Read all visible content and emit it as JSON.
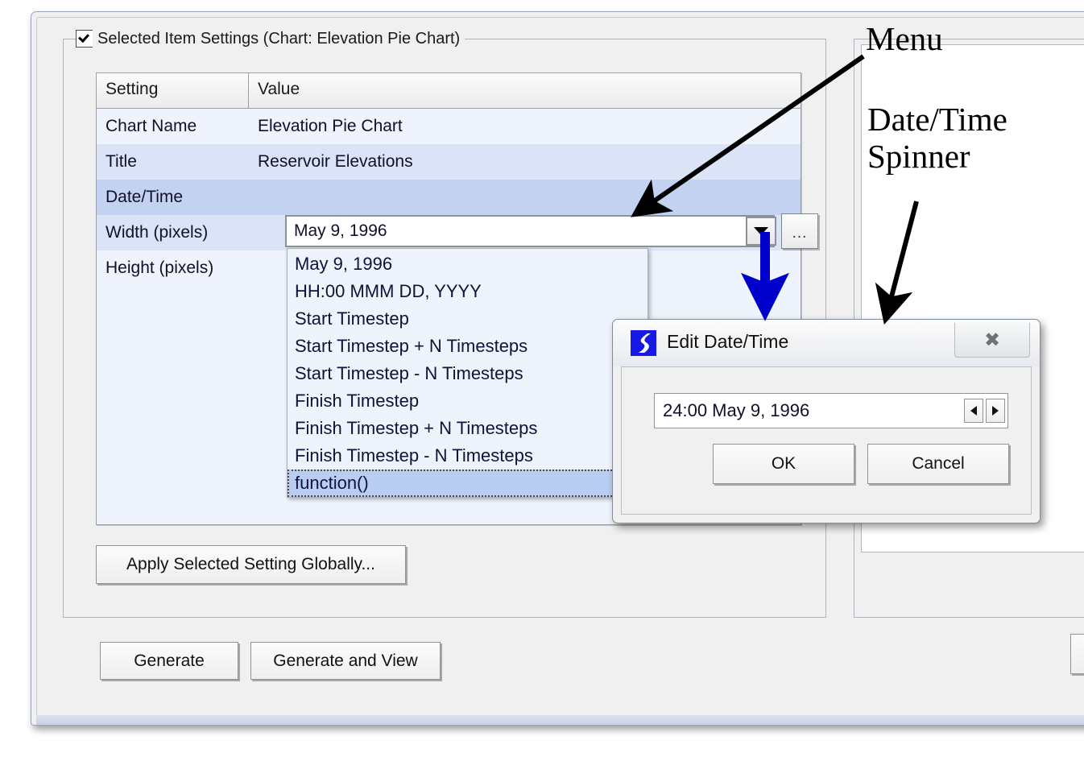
{
  "window": {
    "group_title": "Selected Item Settings (Chart: Elevation Pie Chart)"
  },
  "table": {
    "headers": [
      "Setting",
      "Value"
    ],
    "rows": [
      {
        "setting": "Chart Name",
        "value": "Elevation Pie Chart"
      },
      {
        "setting": "Title",
        "value": "Reservoir Elevations"
      },
      {
        "setting": "Date/Time",
        "value": "May 9, 1996"
      },
      {
        "setting": "Width (pixels)",
        "value": ""
      },
      {
        "setting": "Height (pixels)",
        "value": ""
      }
    ]
  },
  "combo": {
    "value": "May 9, 1996",
    "ellipsis_label": "...",
    "options": [
      "May 9, 1996",
      "HH:00 MMM DD, YYYY",
      "Start Timestep",
      "Start Timestep + N Timesteps",
      "Start Timestep - N Timesteps",
      "Finish Timestep",
      "Finish Timestep + N Timesteps",
      "Finish Timestep - N Timesteps",
      "function()"
    ],
    "selected_option": "function()"
  },
  "buttons": {
    "apply_global": "Apply Selected Setting Globally...",
    "generate": "Generate",
    "generate_and_view": "Generate and View"
  },
  "dialog": {
    "title": "Edit Date/Time",
    "close_glyph": "✖",
    "spinner_value": "24:00 May 9, 1996",
    "ok": "OK",
    "cancel": "Cancel"
  },
  "annotations": {
    "menu": "Menu",
    "spinner": "Date/Time\nSpinner"
  },
  "colors": {
    "row_selected": "#c3d2f0",
    "row_alt": "#dbe4f7",
    "row_base": "#eef3fc",
    "highlight": "#b9cdf2",
    "callout_arrow": "#0000cc",
    "dialog_icon": "#1919e6"
  }
}
